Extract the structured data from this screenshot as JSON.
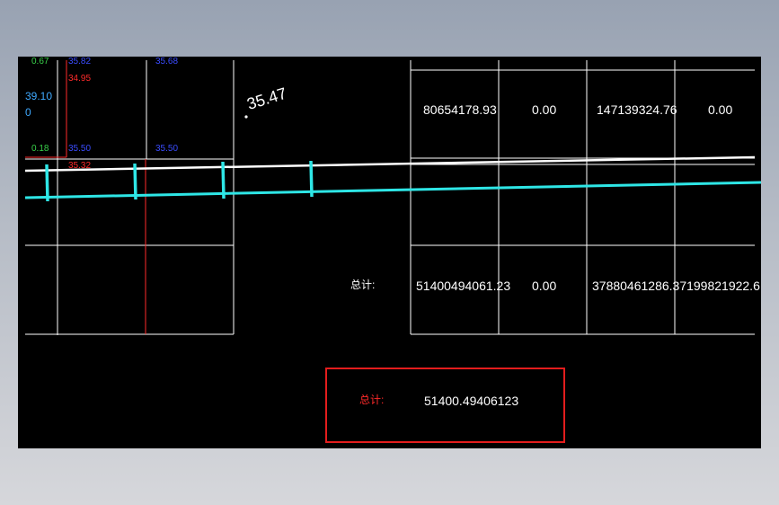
{
  "colors": {
    "background": "#000000",
    "white_line": "#ffffff",
    "cyan_line": "#2ee6e6",
    "grid": "#ffffff",
    "red": "#ff2a2a",
    "green": "#39d24a",
    "blue": "#3a4cff",
    "box_border": "#e31d1d"
  },
  "left_table": {
    "labels_top": [
      "0.67",
      "35.82",
      "35.68"
    ],
    "red_label_1": "34.95",
    "cyan_label_1": "39.10",
    "cyan_label_2": "0",
    "labels_mid": [
      "0.18",
      "35.50",
      "35.50"
    ],
    "red_label_2": "35.32"
  },
  "elevation_label": "35.47",
  "right_table": {
    "row1": [
      "80654178.93",
      "0.00",
      "147139324.76",
      "0.00"
    ],
    "total_label": "总计:",
    "row2": [
      "51400494061.23",
      "0.00",
      "37880461286.37199821922.6"
    ]
  },
  "summary_box": {
    "label": "总计:",
    "value": "51400.49406123"
  }
}
